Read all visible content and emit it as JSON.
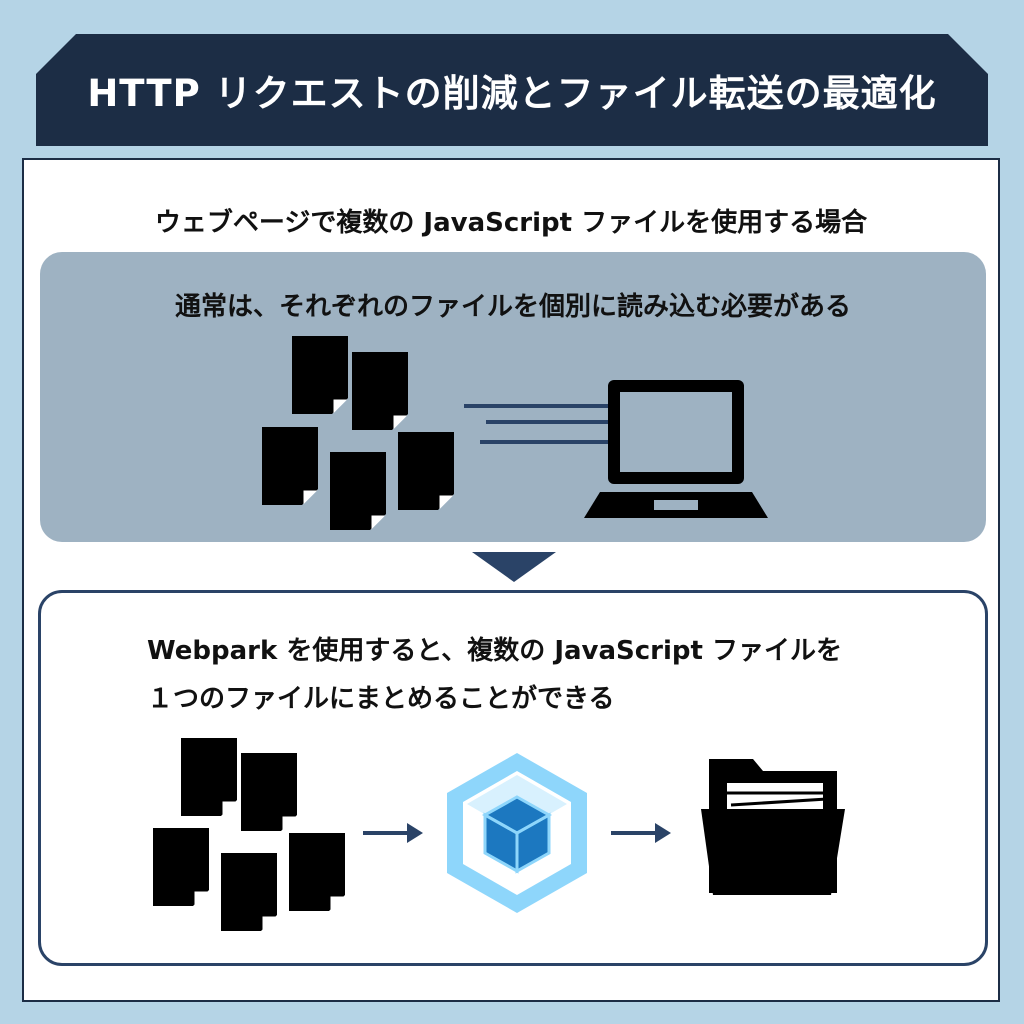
{
  "header": {
    "title": "HTTP リクエストの削減とファイル転送の最適化"
  },
  "subtitle": "ウェブページで複数の JavaScript ファイルを使用する場合",
  "normal_case": {
    "caption": "通常は、それぞれのファイルを個別に読み込む必要がある",
    "icons": [
      "document-icon",
      "arrow-icon",
      "laptop-icon"
    ]
  },
  "webpack_case": {
    "caption_line1": "Webpark を使用すると、複数の JavaScript ファイルを",
    "caption_line2": "１つのファイルにまとめることができる",
    "icons": [
      "document-icon",
      "arrow-icon",
      "webpack-logo-icon",
      "folder-icon"
    ]
  },
  "colors": {
    "background": "#b5d4e6",
    "banner": "#1c2d45",
    "gray_box": "#9eb2c2",
    "accent": "#2a4367",
    "webpack_light": "#8ed6fb",
    "webpack_dark": "#1c78c0"
  }
}
